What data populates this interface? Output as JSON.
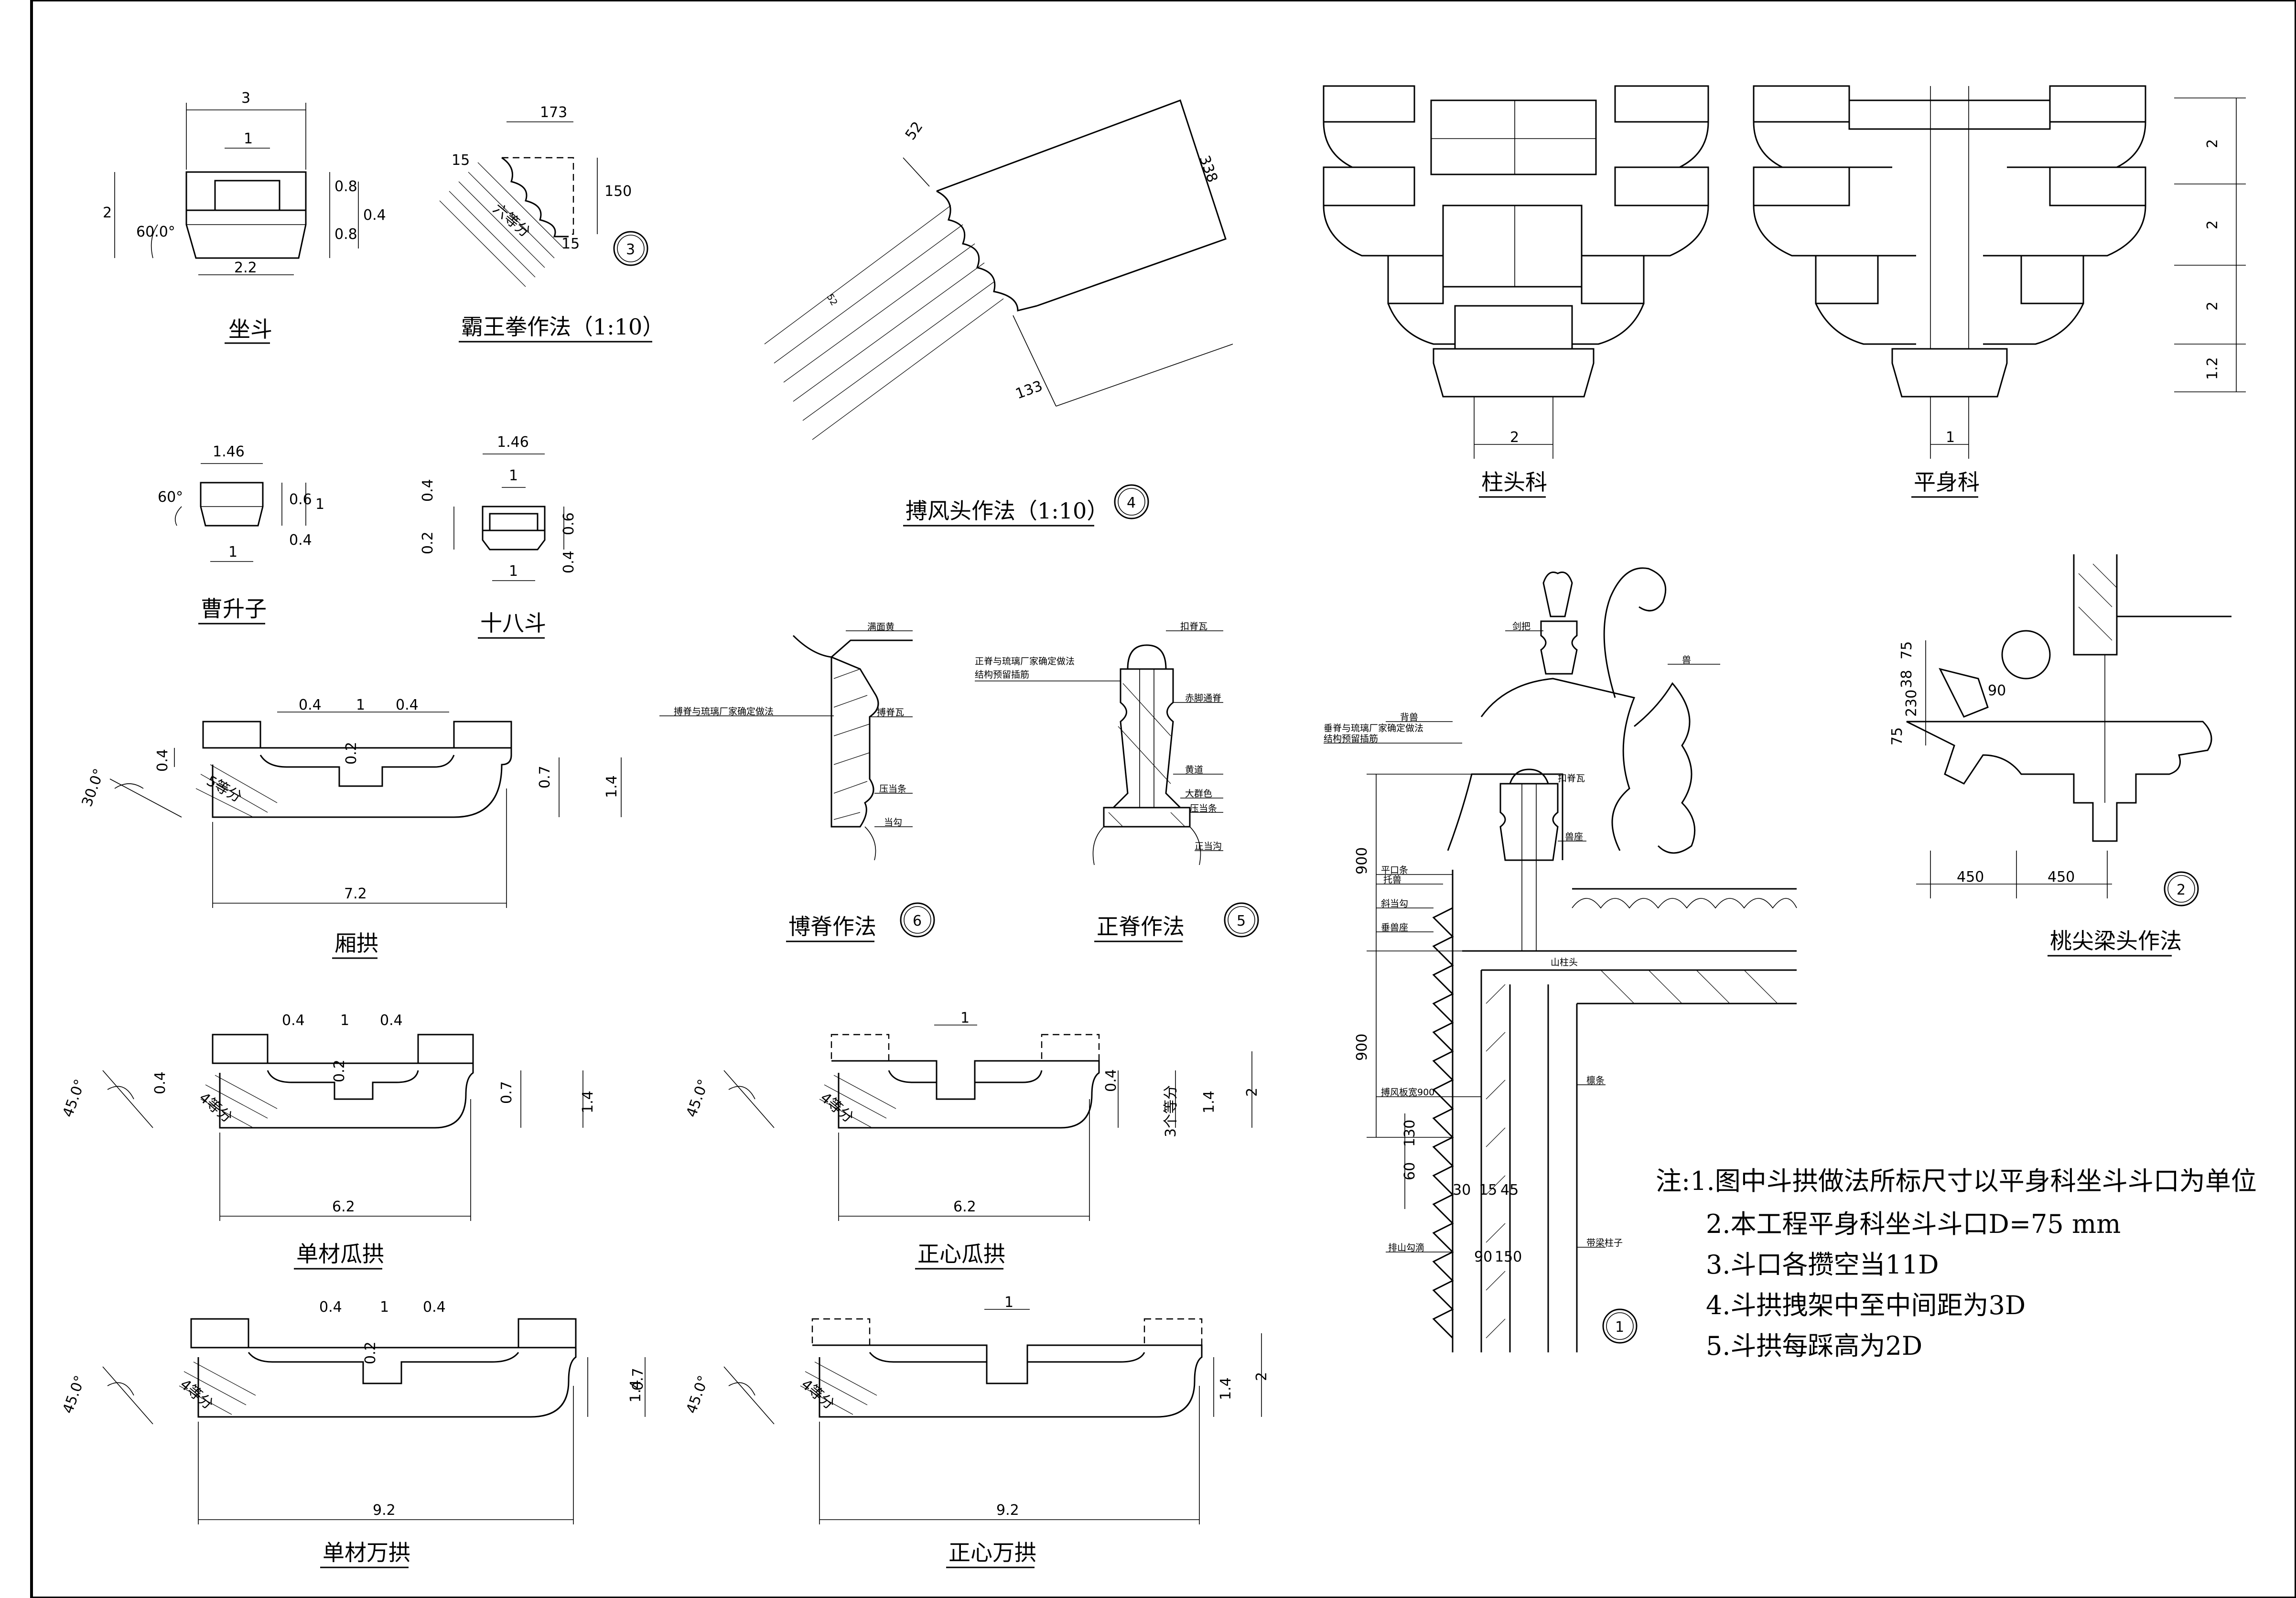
{
  "labels": {
    "zuodou": "坐斗",
    "bawangquan": "霸王拳作法（1:10）",
    "bofengtou": "搏风头作法（1:10）",
    "zhutouke": "柱头科",
    "pingshenke": "平身科",
    "caoshengzi": "曹升子",
    "shibadou": "十八斗",
    "bojizuofa": "博脊作法",
    "zhengjizuofa": "正脊作法",
    "xianggong": "厢拱",
    "taojianliangtou": "桃尖梁头作法",
    "dancaiguagong": "单材瓜拱",
    "zhengxinguagong": "正心瓜拱",
    "dancaiwangong": "单材万拱",
    "zhengxinwangong": "正心万拱"
  },
  "circles": {
    "c1": "1",
    "c2": "2",
    "c3": "3",
    "c4": "4",
    "c5": "5",
    "c6": "6"
  },
  "dims": {
    "zd_top": "3",
    "zd_mid": "1",
    "zd_h": "2",
    "zd_ang": "60.0°",
    "zd_a": "0.8",
    "zd_b": "0.8",
    "zd_c": "0.4",
    "zd_bot": "2.2",
    "bw_w": "173",
    "bw_a": "15",
    "bw_h": "150",
    "bw_b": "15",
    "bw_div": "六等分",
    "bf_a": "52",
    "bf_b": "338",
    "bf_c": "133",
    "bf_52": "52",
    "cs_top": "1.46",
    "cs_ang": "60°",
    "cs_a": "0.6",
    "cs_b": "1",
    "cs_c": "0.4",
    "cs_bot": "1",
    "sb_top": "1.46",
    "sb_mid": "1",
    "sb_a": "0.4",
    "sb_b": "0.2",
    "sb_c": "0.6",
    "sb_d": "0.4",
    "sb_bot": "1",
    "xg_a": "0.4",
    "xg_b": "1",
    "xg_c": "0.4",
    "xg_d": "0.2",
    "xg_e": "0.4",
    "xg_f": "0.7",
    "xg_g": "1.4",
    "xg_ang": "30.0°",
    "xg_div": "5等分",
    "xg_w": "7.2",
    "dg_a": "0.4",
    "dg_b": "1",
    "dg_c": "0.4",
    "dg_d": "0.2",
    "dg_e": "0.4",
    "dg_f": "0.7",
    "dg_g": "1.4",
    "dg_ang": "45.0°",
    "dg_div": "4等分",
    "dg_w": "6.2",
    "zg_a": "1",
    "zg_b": "0.4",
    "zg_c": "1.4",
    "zg_d": "2",
    "zg_ang": "45.0°",
    "zg_div": "4等分",
    "zg_div2": "3个等分",
    "zg_w": "6.2",
    "dw_a": "0.4",
    "dw_b": "1",
    "dw_c": "0.4",
    "dw_d": "0.2",
    "dw_e": "0.7",
    "dw_f": "1.4",
    "dw_ang": "45.0°",
    "dw_div": "4等分",
    "dw_w": "9.2",
    "zw_a": "1",
    "zw_b": "1.4",
    "zw_c": "2",
    "zw_ang": "45.0°",
    "zw_div": "4等分",
    "zw_w": "9.2",
    "zt_w": "2",
    "ps_w": "1",
    "rt_a": "2",
    "rt_b": "2",
    "rt_c": "2",
    "rt_d": "1.2",
    "tj_a": "75",
    "tj_b": "38",
    "tj_c": "230",
    "tj_d": "75",
    "tj_e": "90",
    "tj_f": "450",
    "tj_g": "450",
    "sec_a": "900",
    "sec_b": "900",
    "sec_c": "130",
    "sec_d": "60",
    "sec_e": "30",
    "sec_f": "15",
    "sec_g": "45",
    "sec_h": "90",
    "sec_i": "150"
  },
  "small_labels": {
    "bj_top": "满面黄",
    "bj_left": "搏脊与琉璃厂家确定做法",
    "bj_mid": "搏脊瓦",
    "bj_b": "压当条",
    "bj_c": "当勾",
    "zj_top": "扣脊瓦",
    "zj_left1": "正脊与琉璃厂家确定做法",
    "zj_left2": "结构预留插筋",
    "zj_a": "赤脚通脊",
    "zj_b": "黄道",
    "zj_c": "大群色",
    "zj_d": "压当条",
    "zj_e": "正当沟",
    "sec_jian": "剑把",
    "sec_shou": "兽",
    "sec_beishou": "背兽",
    "sec_left1": "垂脊与琉璃厂家确定做法",
    "sec_left2": "结构预留插筋",
    "sec_koujiwa": "扣脊瓦",
    "sec_shoutou": "兽座",
    "sec_pingkou": "平口条",
    "sec_yadang": "斜当勾",
    "sec_chuishou": "垂兽座",
    "sec_zhenglan": "托兽",
    "sec_bofeng": "搏风板宽900",
    "sec_qiang": "檩条",
    "sec_shan": "山柱头",
    "sec_zhu": "带梁柱子",
    "sec_xie": "排山勾滴"
  },
  "notes": [
    "注:1.图中斗拱做法所标尺寸以平身科坐斗斗口为单位",
    "2.本工程平身科坐斗斗口D=75 mm",
    "3.斗口各攒空当11D",
    "4.斗拱拽架中至中间距为3D",
    "5.斗拱每踩高为2D"
  ]
}
